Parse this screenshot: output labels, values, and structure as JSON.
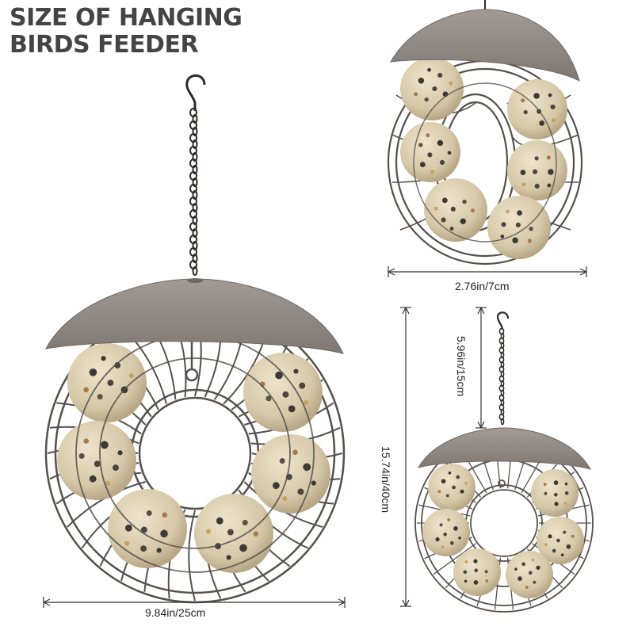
{
  "title": {
    "line1": "SIZE OF HANGING",
    "line2": "BIRDS FEEDER"
  },
  "dimensions": {
    "main_width": "9.84in/25cm",
    "top_width": "2.76in/7cm",
    "overall_height": "15.74in/40cm",
    "chain_length": "5.96in/15cm"
  },
  "colors": {
    "text": "#444444",
    "roof": "#8f8782",
    "wire": "#55504c",
    "suet_ball": "#dccfb2",
    "dimension_line": "#333333"
  }
}
